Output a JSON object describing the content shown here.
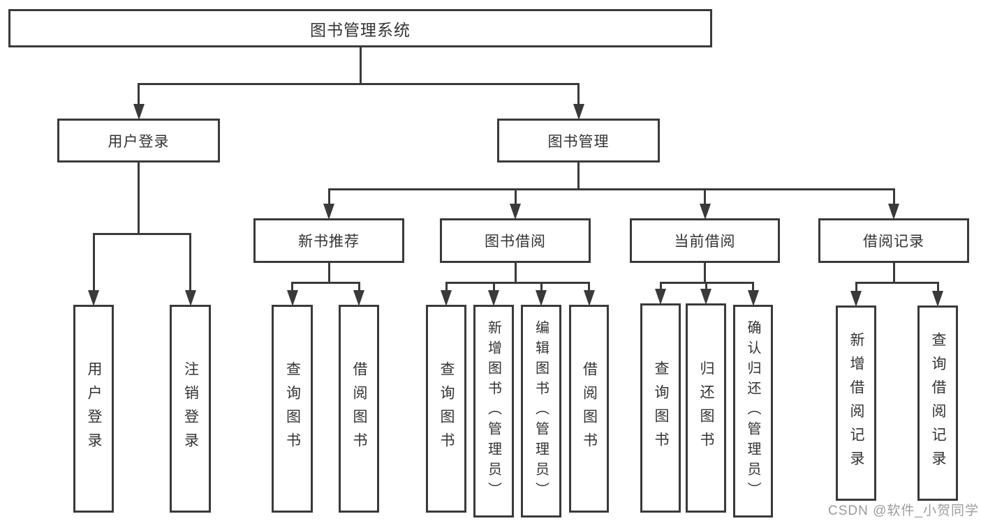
{
  "diagram": {
    "title": "图书管理系统",
    "nodes": [
      {
        "id": "root",
        "label": "图书管理系统",
        "parent": null
      },
      {
        "id": "user-login",
        "label": "用户登录",
        "parent": "root"
      },
      {
        "id": "book-mgmt",
        "label": "图书管理",
        "parent": "root"
      },
      {
        "id": "user-login-item",
        "label": "用户登录",
        "parent": "user-login"
      },
      {
        "id": "logout-item",
        "label": "注销登录",
        "parent": "user-login"
      },
      {
        "id": "new-book-rec",
        "label": "新书推荐",
        "parent": "book-mgmt"
      },
      {
        "id": "book-borrow",
        "label": "图书借阅",
        "parent": "book-mgmt"
      },
      {
        "id": "current-borrow",
        "label": "当前借阅",
        "parent": "book-mgmt"
      },
      {
        "id": "borrow-records",
        "label": "借阅记录",
        "parent": "book-mgmt"
      },
      {
        "id": "nbr-query-book",
        "label": "查询图书",
        "parent": "new-book-rec"
      },
      {
        "id": "nbr-borrow-book",
        "label": "借阅图书",
        "parent": "new-book-rec"
      },
      {
        "id": "bb-query-book",
        "label": "查询图书",
        "parent": "book-borrow"
      },
      {
        "id": "bb-add-book",
        "label": "新增图书（管理员）",
        "parent": "book-borrow"
      },
      {
        "id": "bb-edit-book",
        "label": "编辑图书（管理员）",
        "parent": "book-borrow"
      },
      {
        "id": "bb-borrow-book",
        "label": "借阅图书",
        "parent": "book-borrow"
      },
      {
        "id": "cb-query-book",
        "label": "查询图书",
        "parent": "current-borrow"
      },
      {
        "id": "cb-return-book",
        "label": "归还图书",
        "parent": "current-borrow"
      },
      {
        "id": "cb-confirm-return",
        "label": "确认归还（管理员）",
        "parent": "current-borrow"
      },
      {
        "id": "br-add-record",
        "label": "新增借阅记录",
        "parent": "borrow-records"
      },
      {
        "id": "br-query-record",
        "label": "查询借阅记录",
        "parent": "borrow-records"
      }
    ]
  },
  "watermark": {
    "text": "CSDN @软件_小贺同学"
  },
  "colors": {
    "line": "#3a3a3a",
    "text": "#333333",
    "background": "#ffffff",
    "watermark": "#9c9c9c"
  }
}
